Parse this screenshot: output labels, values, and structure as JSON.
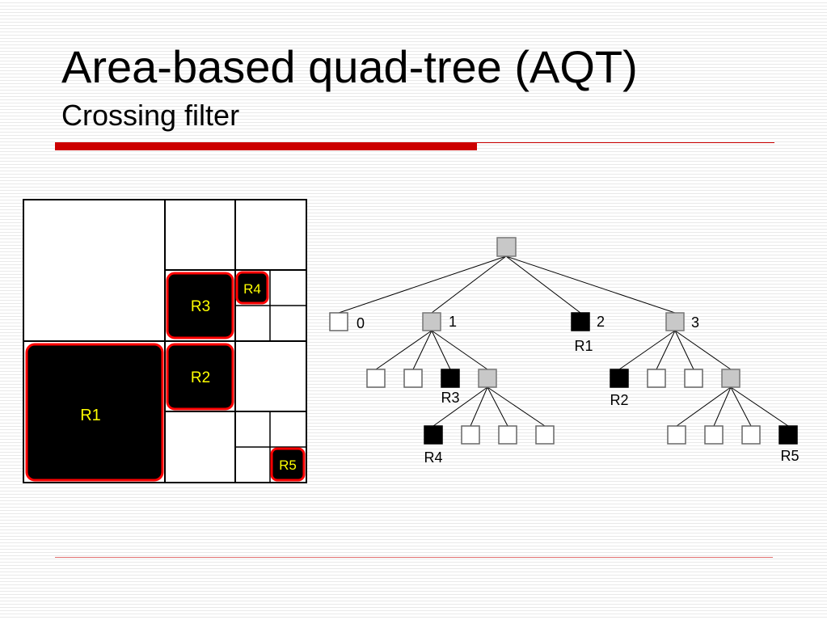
{
  "slide": {
    "title": "Area-based quad-tree (AQT)",
    "subtitle": "Crossing filter"
  },
  "colors": {
    "accent": "#cc0000",
    "region_fill": "#000000",
    "region_border": "#ff0000",
    "region_label": "#ffff00",
    "internal_node": "#c8c8c8",
    "empty_node": "#ffffff",
    "region_node": "#000000"
  },
  "quadrants": {
    "regions": [
      "R1",
      "R2",
      "R3",
      "R4",
      "R5"
    ]
  },
  "tree": {
    "root": {
      "type": "internal"
    },
    "level1": [
      {
        "index": "0",
        "type": "empty",
        "region": ""
      },
      {
        "index": "1",
        "type": "internal",
        "region": ""
      },
      {
        "index": "2",
        "type": "region",
        "region": "R1"
      },
      {
        "index": "3",
        "type": "internal",
        "region": ""
      }
    ],
    "level2_under_1": [
      {
        "type": "empty",
        "region": ""
      },
      {
        "type": "empty",
        "region": ""
      },
      {
        "type": "region",
        "region": "R3"
      },
      {
        "type": "internal",
        "region": ""
      }
    ],
    "level2_under_3": [
      {
        "type": "region",
        "region": "R2"
      },
      {
        "type": "empty",
        "region": ""
      },
      {
        "type": "empty",
        "region": ""
      },
      {
        "type": "internal",
        "region": ""
      }
    ],
    "level3_under_1": [
      {
        "type": "region",
        "region": "R4"
      },
      {
        "type": "empty",
        "region": ""
      },
      {
        "type": "empty",
        "region": ""
      },
      {
        "type": "empty",
        "region": ""
      }
    ],
    "level3_under_3": [
      {
        "type": "empty",
        "region": ""
      },
      {
        "type": "empty",
        "region": ""
      },
      {
        "type": "empty",
        "region": ""
      },
      {
        "type": "region",
        "region": "R5"
      }
    ]
  }
}
